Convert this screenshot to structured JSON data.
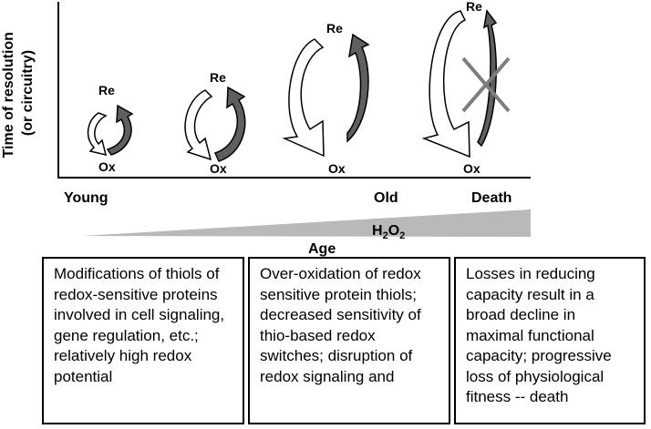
{
  "y_axis": {
    "line1": "Time of resolution",
    "line2": "(or circuitry)"
  },
  "x_axis": {
    "young": "Young",
    "old": "Old",
    "death": "Death",
    "age": "Age"
  },
  "h2o2": {
    "base": "H",
    "sub": "2",
    "mid": "O",
    "sub2": "2"
  },
  "cycles": [
    {
      "re": "Re",
      "ox": "Ox"
    },
    {
      "re": "Re",
      "ox": "Ox"
    },
    {
      "re": "Re",
      "ox": "Ox"
    },
    {
      "re": "Re",
      "ox": "Ox"
    }
  ],
  "boxes": [
    {
      "text": "Modifications of thiols of redox-sensitive proteins involved in cell signaling, gene regulation, etc.; relatively high redox potential"
    },
    {
      "text": "Over-oxidation of redox sensitive protein thiols; decreased sensitivity of thio-based redox switches; disruption of redox signaling and"
    },
    {
      "text": "Losses in reducing capacity result in a broad decline in maximal functional capacity; progressive loss of physiological fitness -- death"
    }
  ],
  "colors": {
    "reduced_arrow": "#ffffff",
    "oxidized_arrow": "#5f5f5f",
    "ramp": "#b9b9b9",
    "cross": "#7d7d7d"
  }
}
